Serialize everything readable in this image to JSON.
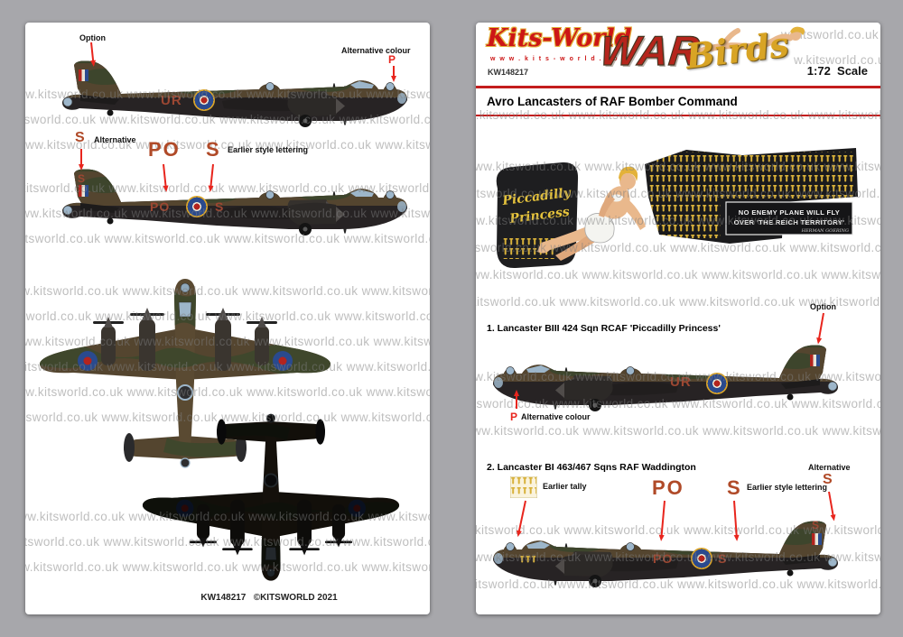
{
  "watermark": {
    "line": "www.kitsworld.co.uk www.kitsworld.co.uk www.kitsworld.co.uk www.kitsworld.co.uk www.kitsworld.co.uk",
    "corner": "w.kitsworld.co.uk www.kitsworld.co"
  },
  "left_page": {
    "profile1": {
      "option_label": "Option",
      "alt_colour_label": "Alternative colour",
      "alt_colour_letter": "P",
      "code_letters": "UR"
    },
    "profile2": {
      "alt_letter": "S",
      "alt_label": "Alternative",
      "specimen_po": "PO",
      "specimen_s": "S",
      "earlier_style_label": "Earlier style lettering",
      "code_po": "PO",
      "code_s": "S",
      "fin_letter": "S"
    },
    "footer": "KW148217   ©KITSWORLD 2021"
  },
  "right_page": {
    "brand": {
      "name": "Kits-World",
      "url": "w w w . k i t s - w o r l d . c o m",
      "sheet_number": "KW148217",
      "war": "WAR",
      "birds": "Birds",
      "scale": "1:72  Scale"
    },
    "title": "Avro Lancasters of RAF Bomber Command",
    "nose_art": {
      "name_line1": "Piccadilly",
      "name_line2": "Princess",
      "quote_line1": "NO ENEMY PLANE WILL FLY",
      "quote_line2": "OVER 'THE REICH TERRITORY'",
      "signature": "HERMAN GOERING"
    },
    "item1": {
      "label": "1. Lancaster BIII 424 Sqn RCAF 'Piccadilly Princess'",
      "option_label": "Option",
      "code_letters": "UR",
      "alt_letter": "P",
      "alt_colour_label": "Alternative colour"
    },
    "item2": {
      "label": "2. Lancaster BI 463/467 Sqns RAF Waddington",
      "earlier_tally_label": "Earlier tally",
      "specimen_po": "PO",
      "specimen_s": "S",
      "earlier_style_label": "Earlier style lettering",
      "alternative_label": "Alternative",
      "alt_letter": "S",
      "code_po": "PO",
      "code_s": "S",
      "fin_letter": "S"
    }
  },
  "colors": {
    "accent_red": "#c41d1d",
    "arrow_red": "#e8251d",
    "decal_dull_red": "#9c4732",
    "tally_yellow": "#d8b13a"
  }
}
